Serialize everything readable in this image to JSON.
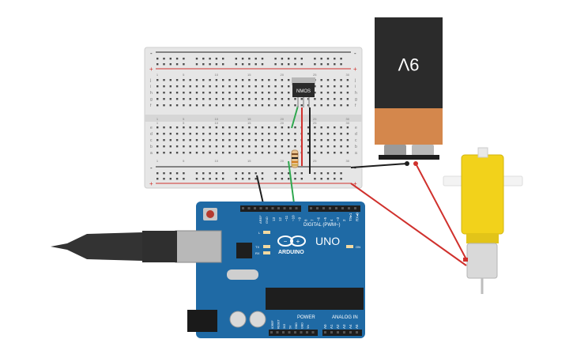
{
  "battery": {
    "label": "9V",
    "body_color": "#2b2b2b",
    "band_color": "#d4874c"
  },
  "transistor": {
    "label": "NMOS"
  },
  "arduino": {
    "brand": "ARDUINO",
    "model": "UNO",
    "digital_header": "DIGITAL (PWM~)",
    "power_header": "POWER",
    "analog_header": "ANALOG IN",
    "on_label": "ON",
    "l_label": "L",
    "tx_label": "TX",
    "rx_label": "RX",
    "aref_label": "AREF",
    "gnd_label": "GND",
    "digital_pins": [
      "13",
      "12",
      "~11",
      "~10",
      "~9",
      "8",
      "7",
      "~6",
      "~5",
      "4",
      "~3",
      "2",
      "TX▸1",
      "RX◂0"
    ],
    "power_pins": [
      "IOREF",
      "RESET",
      "3V3",
      "5V",
      "GND",
      "GND",
      "Vin"
    ],
    "analog_pins": [
      "A0",
      "A1",
      "A2",
      "A3",
      "A4",
      "A5"
    ],
    "board_color": "#1f6aa5"
  },
  "breadboard": {
    "row_letters_top": [
      "j",
      "i",
      "h",
      "g",
      "f"
    ],
    "row_letters_bottom": [
      "e",
      "d",
      "c",
      "b",
      "a"
    ],
    "column_numbers": [
      "1",
      "5",
      "10",
      "15",
      "20",
      "25",
      "30"
    ],
    "rail_minus": "-",
    "rail_plus": "+"
  },
  "motor": {
    "body_color": "#f2d21b"
  },
  "wires": {
    "red": "#d0312d",
    "black": "#1e1e1e",
    "green": "#2fa84f"
  }
}
